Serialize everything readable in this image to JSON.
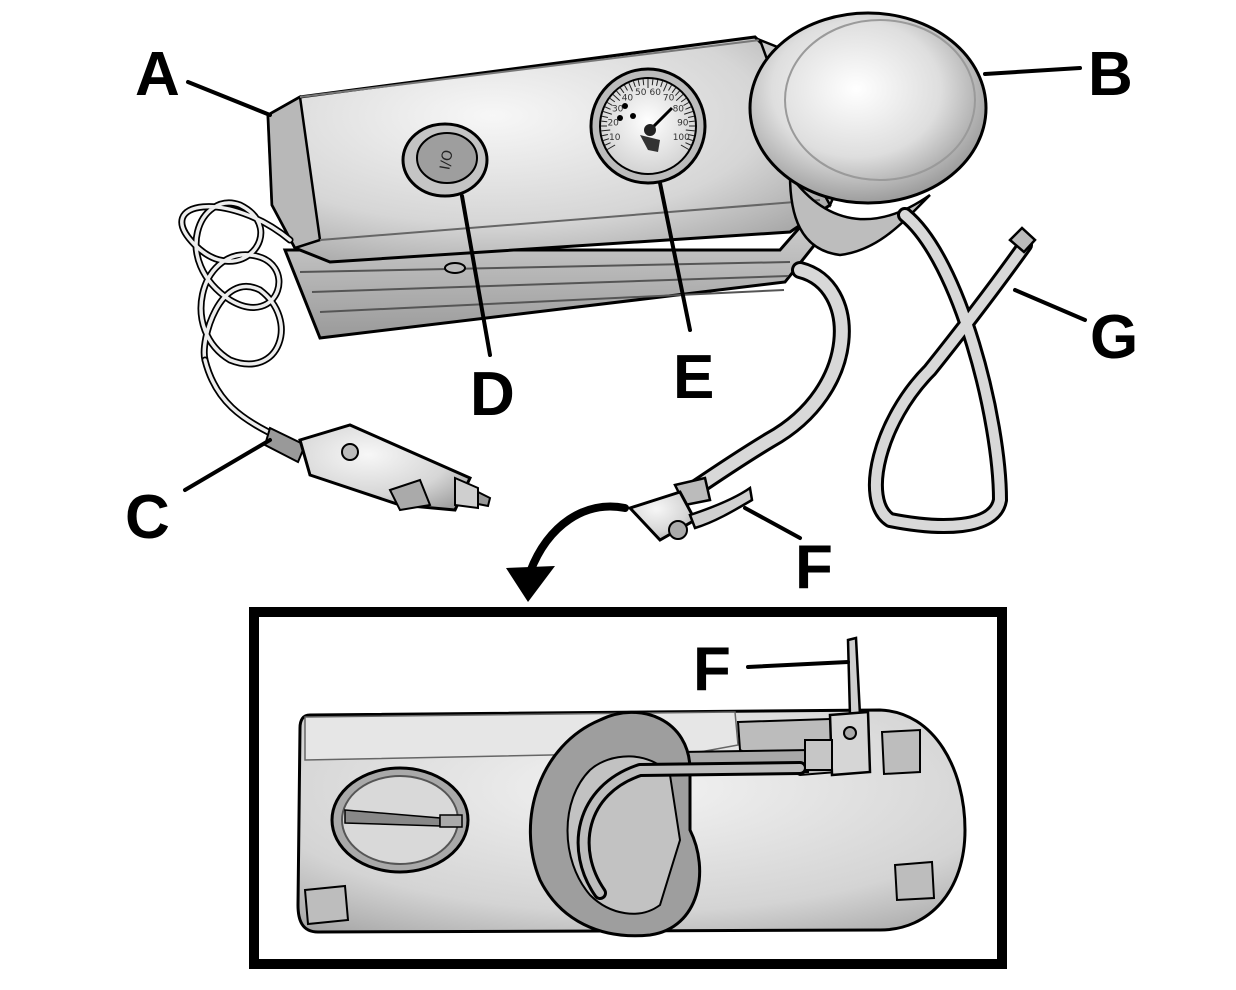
{
  "callouts": {
    "a": "A",
    "b": "B",
    "c": "C",
    "d": "D",
    "e": "E",
    "f_main": "F",
    "f_inset": "F",
    "g": "G"
  },
  "switch_symbol": "I/O",
  "gauge": {
    "ticks": [
      "10",
      "20",
      "30",
      "40",
      "50",
      "60",
      "70",
      "80",
      "90",
      "100"
    ]
  },
  "colors": {
    "outline": "#000000",
    "body_fill": "#dcdcdc",
    "shadow": "#9a9a9a",
    "highlight": "#f6f6f6"
  }
}
